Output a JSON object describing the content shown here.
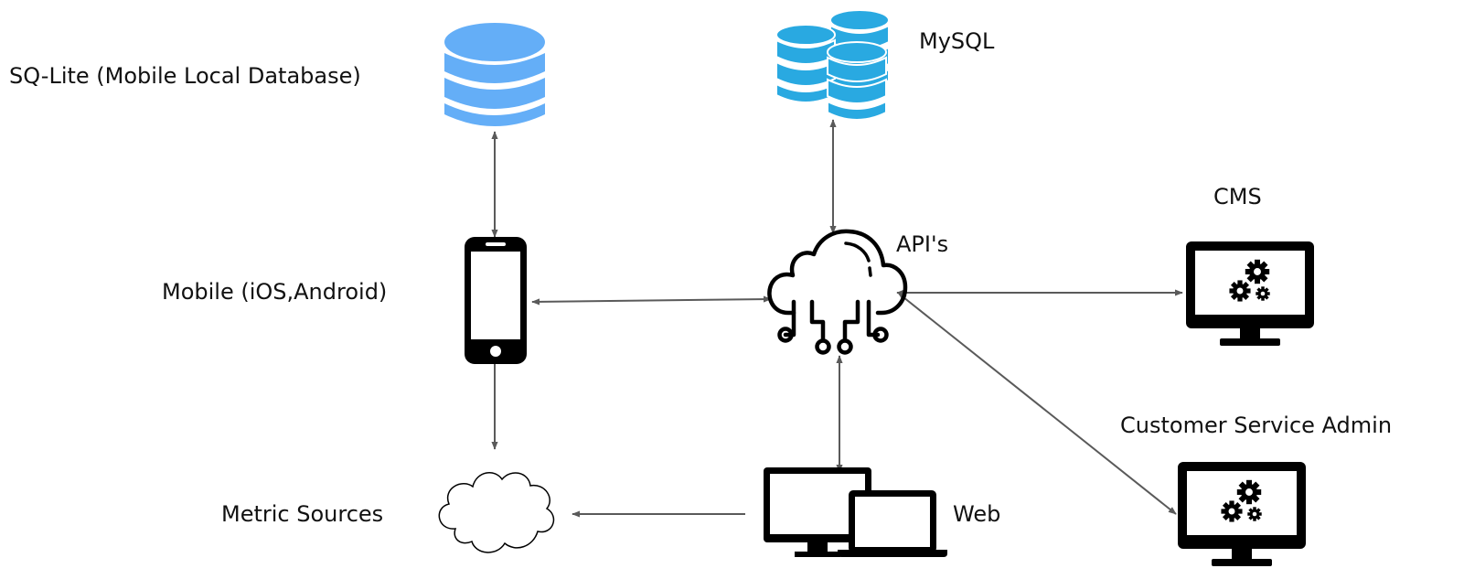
{
  "labels": {
    "sqlite": "SQ-Lite (Mobile Local Database)",
    "mysql": "MySQL",
    "cms": "CMS",
    "apis": "API's",
    "mobile": "Mobile (iOS,Android)",
    "customer_service_admin": "Customer Service Admin",
    "metric_sources": "Metric Sources",
    "web": "Web"
  },
  "icons": {
    "sqlite": "database-icon",
    "mysql": "database-stack-icon",
    "mobile": "smartphone-icon",
    "apis": "cloud-network-icon",
    "cms": "monitor-gears-icon",
    "customer_service_admin": "monitor-gears-icon",
    "metric_sources": "cloud-outline-icon",
    "web": "desktop-laptop-icon"
  },
  "colors": {
    "sqlite_db": "#64aef7",
    "mysql_db": "#29a9e1",
    "connector": "#5a5a5a",
    "icon_dark": "#000000"
  }
}
